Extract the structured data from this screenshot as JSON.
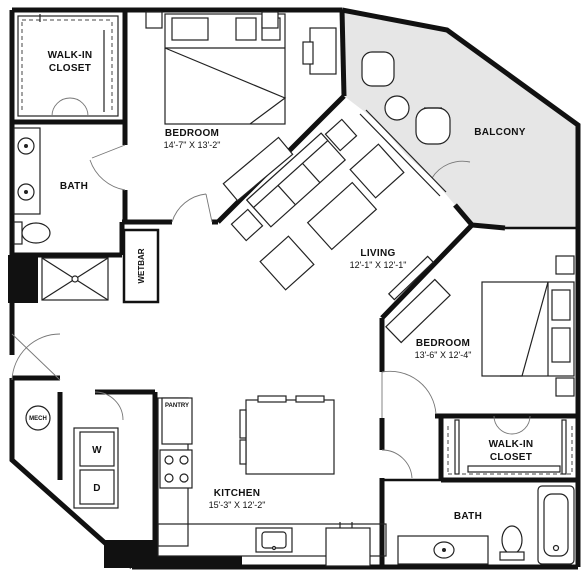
{
  "rooms": {
    "walkin_closet_1": {
      "line1": "WALK-IN",
      "line2": "CLOSET"
    },
    "bedroom_1": {
      "name": "BEDROOM",
      "dims": "14'-7\" X 13'-2\""
    },
    "bath_1": {
      "name": "BATH"
    },
    "balcony": {
      "name": "BALCONY"
    },
    "living": {
      "name": "LIVING",
      "dims": "12'-1\" X 12'-1\""
    },
    "wetbar": {
      "name": "WETBAR"
    },
    "bedroom_2": {
      "name": "BEDROOM",
      "dims": "13'-6\" X 12'-4\""
    },
    "walkin_closet_2": {
      "line1": "WALK-IN",
      "line2": "CLOSET"
    },
    "mech": {
      "name": "MECH"
    },
    "pantry": {
      "name": "PANTRY"
    },
    "kitchen": {
      "name": "KITCHEN",
      "dims": "15'-3\" X 12'-2\""
    },
    "bath_2": {
      "name": "BATH"
    }
  },
  "appliances": {
    "washer": "W",
    "dryer": "D"
  },
  "colors": {
    "wall": "#111111",
    "balcony_fill": "#e6e6e6",
    "fixture_line": "#222222"
  }
}
